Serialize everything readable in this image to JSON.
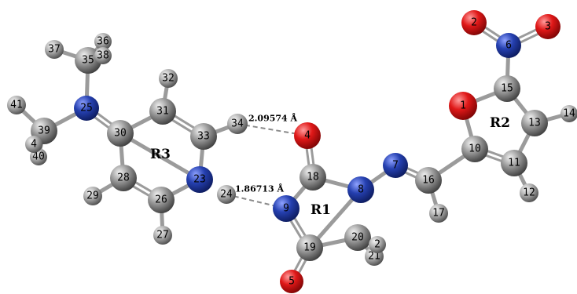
{
  "colors": {
    "carbon": "#8a8a8a",
    "hydrogen": "#9a9a9a",
    "nitrogen": "#1f3a9e",
    "oxygen": "#e01818",
    "bond": "#9b9b9b",
    "hbond": "#8a8a8a"
  },
  "rings": [
    {
      "id": "R1",
      "label": "R1"
    },
    {
      "id": "R2",
      "label": "R2"
    },
    {
      "id": "R3",
      "label": "R3"
    }
  ],
  "hbonds": [
    {
      "from": "34",
      "to": "4",
      "label": "2.09574 Å"
    },
    {
      "from": "24",
      "to": "9",
      "label": "1.86713 Å"
    }
  ],
  "atoms": [
    {
      "id": "1",
      "el": "O"
    },
    {
      "id": "2",
      "el": "O"
    },
    {
      "id": "3",
      "el": "O"
    },
    {
      "id": "4",
      "el": "O"
    },
    {
      "id": "5",
      "el": "O"
    },
    {
      "id": "6",
      "el": "N"
    },
    {
      "id": "7",
      "el": "N"
    },
    {
      "id": "8",
      "el": "N"
    },
    {
      "id": "9",
      "el": "N"
    },
    {
      "id": "10",
      "el": "C"
    },
    {
      "id": "11",
      "el": "C"
    },
    {
      "id": "12",
      "el": "H"
    },
    {
      "id": "13",
      "el": "C"
    },
    {
      "id": "14",
      "el": "H"
    },
    {
      "id": "15",
      "el": "C"
    },
    {
      "id": "16",
      "el": "C"
    },
    {
      "id": "17",
      "el": "H"
    },
    {
      "id": "18",
      "el": "C"
    },
    {
      "id": "19",
      "el": "C"
    },
    {
      "id": "20",
      "el": "C"
    },
    {
      "id": "21",
      "el": "H"
    },
    {
      "id": "2",
      "el": "H"
    },
    {
      "id": "23",
      "el": "N"
    },
    {
      "id": "24",
      "el": "H"
    },
    {
      "id": "25",
      "el": "N"
    },
    {
      "id": "26",
      "el": "C"
    },
    {
      "id": "27",
      "el": "H"
    },
    {
      "id": "28",
      "el": "C"
    },
    {
      "id": "29",
      "el": "H"
    },
    {
      "id": "30",
      "el": "C"
    },
    {
      "id": "31",
      "el": "C"
    },
    {
      "id": "32",
      "el": "H"
    },
    {
      "id": "33",
      "el": "C"
    },
    {
      "id": "34",
      "el": "H"
    },
    {
      "id": "35",
      "el": "C"
    },
    {
      "id": "36",
      "el": "H"
    },
    {
      "id": "37",
      "el": "H"
    },
    {
      "id": "38",
      "el": "H"
    },
    {
      "id": "39",
      "el": "C"
    },
    {
      "id": "40",
      "el": "H"
    },
    {
      "id": "41",
      "el": "H"
    },
    {
      "id": "4",
      "el": "H"
    }
  ]
}
